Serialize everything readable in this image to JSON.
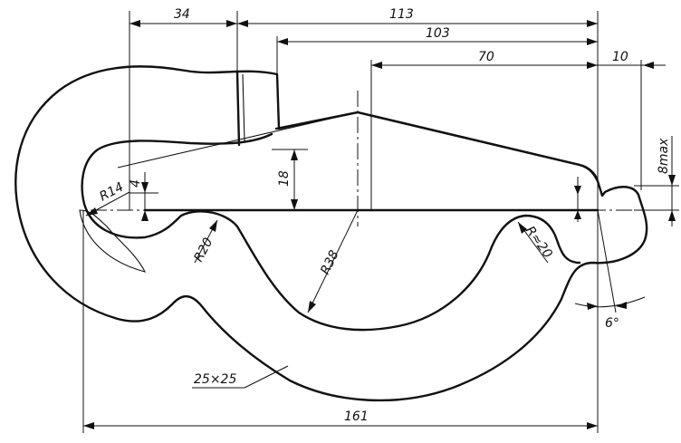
{
  "dimensions": {
    "d34": "34",
    "d113": "113",
    "d103": "103",
    "d70": "70",
    "d10": "10",
    "d8max": "8max",
    "d18": "18",
    "d4": "4",
    "r14": "R14",
    "r20": "R20",
    "r38": "R38",
    "r20approx": "R≈20",
    "angle6": "6°",
    "section": "25×25",
    "d161": "161"
  }
}
